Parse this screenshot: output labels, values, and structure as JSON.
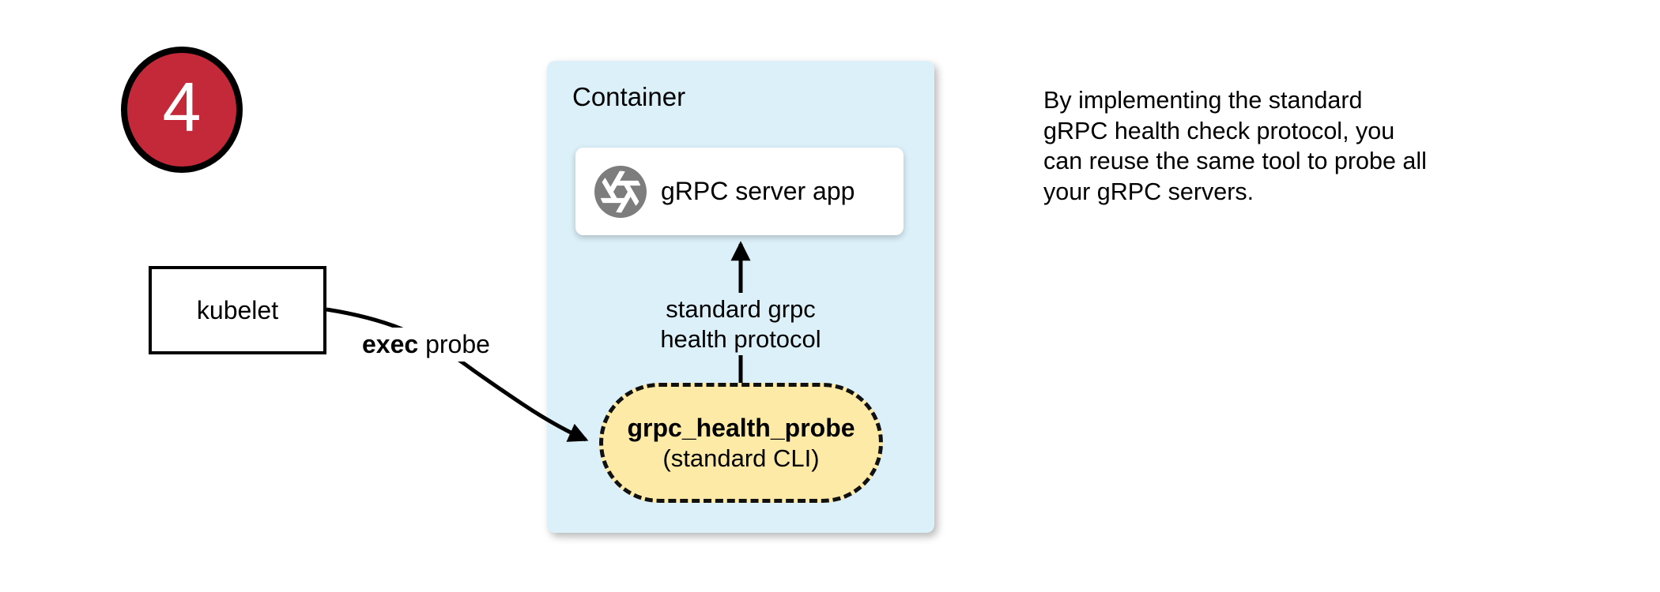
{
  "badge": {
    "number": "4",
    "color": "#c4293a"
  },
  "nodes": {
    "kubelet": {
      "label": "kubelet"
    },
    "container": {
      "title": "Container",
      "fill": "#dcf0fa"
    },
    "server_app": {
      "label": "gRPC server app",
      "icon": "grpc-aperture-icon",
      "icon_color": "#7d7d7d"
    },
    "probe": {
      "title": "grpc_health_probe",
      "subtitle": "(standard CLI)",
      "fill": "#fdeaa7"
    }
  },
  "arrows": {
    "exec_probe": {
      "bold": "exec",
      "rest": " probe"
    },
    "health_protocol": {
      "text": "standard grpc\nhealth protocol"
    }
  },
  "note": {
    "text": "By implementing the standard\ngRPC health check protocol, you\ncan reuse the same tool to probe all\nyour gRPC servers."
  }
}
